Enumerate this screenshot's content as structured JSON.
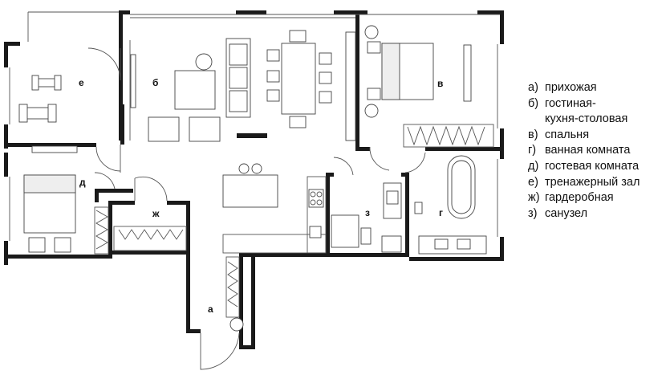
{
  "rooms": {
    "a": "а",
    "b": "б",
    "v": "в",
    "g": "г",
    "d": "д",
    "e": "е",
    "zh": "ж",
    "z": "з"
  },
  "legend": [
    {
      "letter": "а)",
      "text": "прихожая"
    },
    {
      "letter": "б)",
      "text": "гостиная-"
    },
    {
      "letter": "",
      "text": "кухня-столовая"
    },
    {
      "letter": "в)",
      "text": "спальня"
    },
    {
      "letter": "г)",
      "text": "ванная комната"
    },
    {
      "letter": "д)",
      "text": "гостевая комната"
    },
    {
      "letter": "е)",
      "text": "тренажерный зал"
    },
    {
      "letter": "ж)",
      "text": "гардеробная"
    },
    {
      "letter": "з)",
      "text": "санузел"
    }
  ]
}
